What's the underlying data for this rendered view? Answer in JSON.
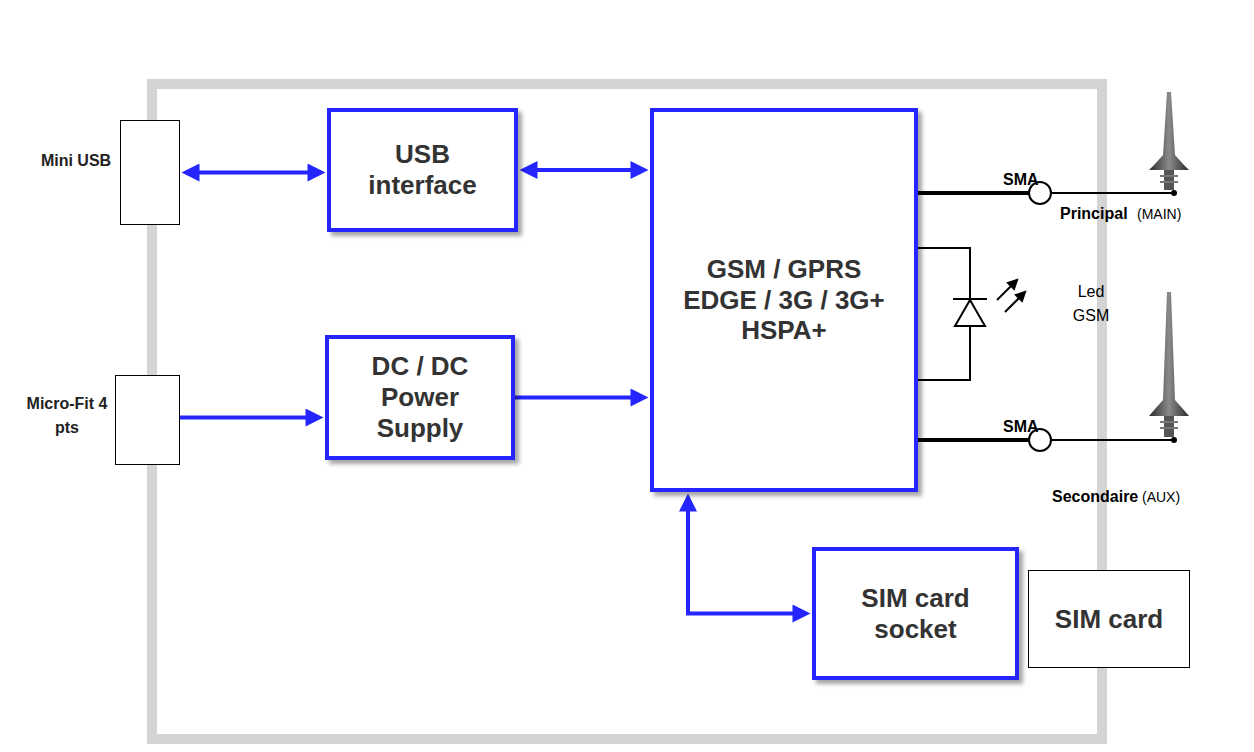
{
  "diagram": {
    "nodes": [
      {
        "text": [
          "Mini USB"
        ]
      },
      {
        "text": [
          "USB interface"
        ]
      },
      {
        "text": [
          "GSM / GPRS EDGE / 3G / 3G+ HSPA+"
        ]
      },
      {
        "text": [
          "Micro-Fit 4 pts"
        ]
      },
      {
        "text": [
          "DC / DC Power Supply"
        ]
      },
      {
        "text": [
          "SIM card socket"
        ]
      },
      {
        "text": [
          "SIM card"
        ]
      }
    ],
    "edges": [
      {
        "from": 0,
        "to": 1,
        "arrow": "both"
      },
      {
        "from": 1,
        "to": 2,
        "arrow": "both"
      },
      {
        "from": 3,
        "to": 4,
        "arrow": "to"
      },
      {
        "from": 4,
        "to": 2,
        "arrow": "to"
      },
      {
        "from": 2,
        "to": 5,
        "arrow": "both"
      }
    ],
    "labels": [
      "SMA",
      "Principal",
      "(MAIN)",
      "Led GSM",
      "SMA",
      "Secondaire",
      "(AUX)"
    ]
  }
}
